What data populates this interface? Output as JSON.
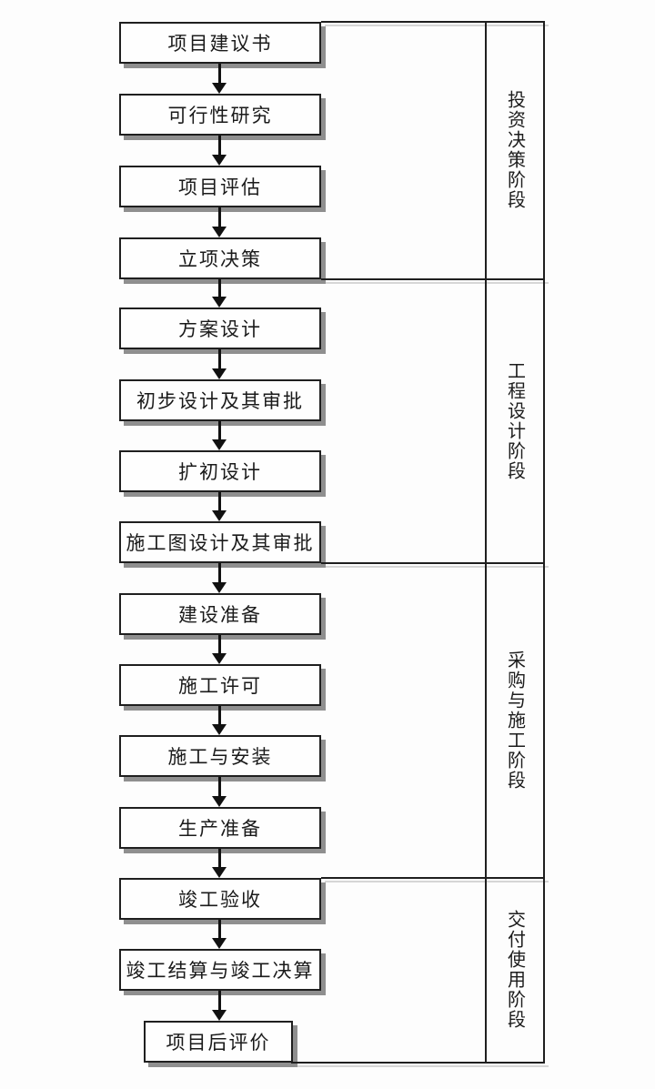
{
  "flow": {
    "steps": [
      "项目建议书",
      "可行性研究",
      "项目评估",
      "立项决策",
      "方案设计",
      "初步设计及其审批",
      "扩初设计",
      "施工图设计及其审批",
      "建设准备",
      "施工许可",
      "施工与安装",
      "生产准备",
      "竣工验收",
      "竣工结算与竣工决算",
      "项目后评价"
    ],
    "phases": [
      "投资决策阶段",
      "工程设计阶段",
      "采购与施工阶段",
      "交付使用阶段"
    ]
  },
  "colors": {
    "line": "#1f1f1f",
    "box_fill": "#fefefe",
    "box_shadow": "#8f8f8f",
    "background": "#fdfdfd",
    "text": "#1a1a1a"
  }
}
